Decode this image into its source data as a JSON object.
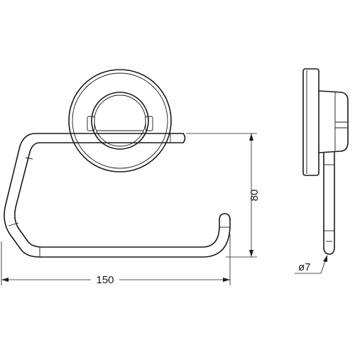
{
  "drawing": {
    "dimensions": {
      "width": "150",
      "height": "80",
      "rod_diameter": "ø7"
    }
  }
}
